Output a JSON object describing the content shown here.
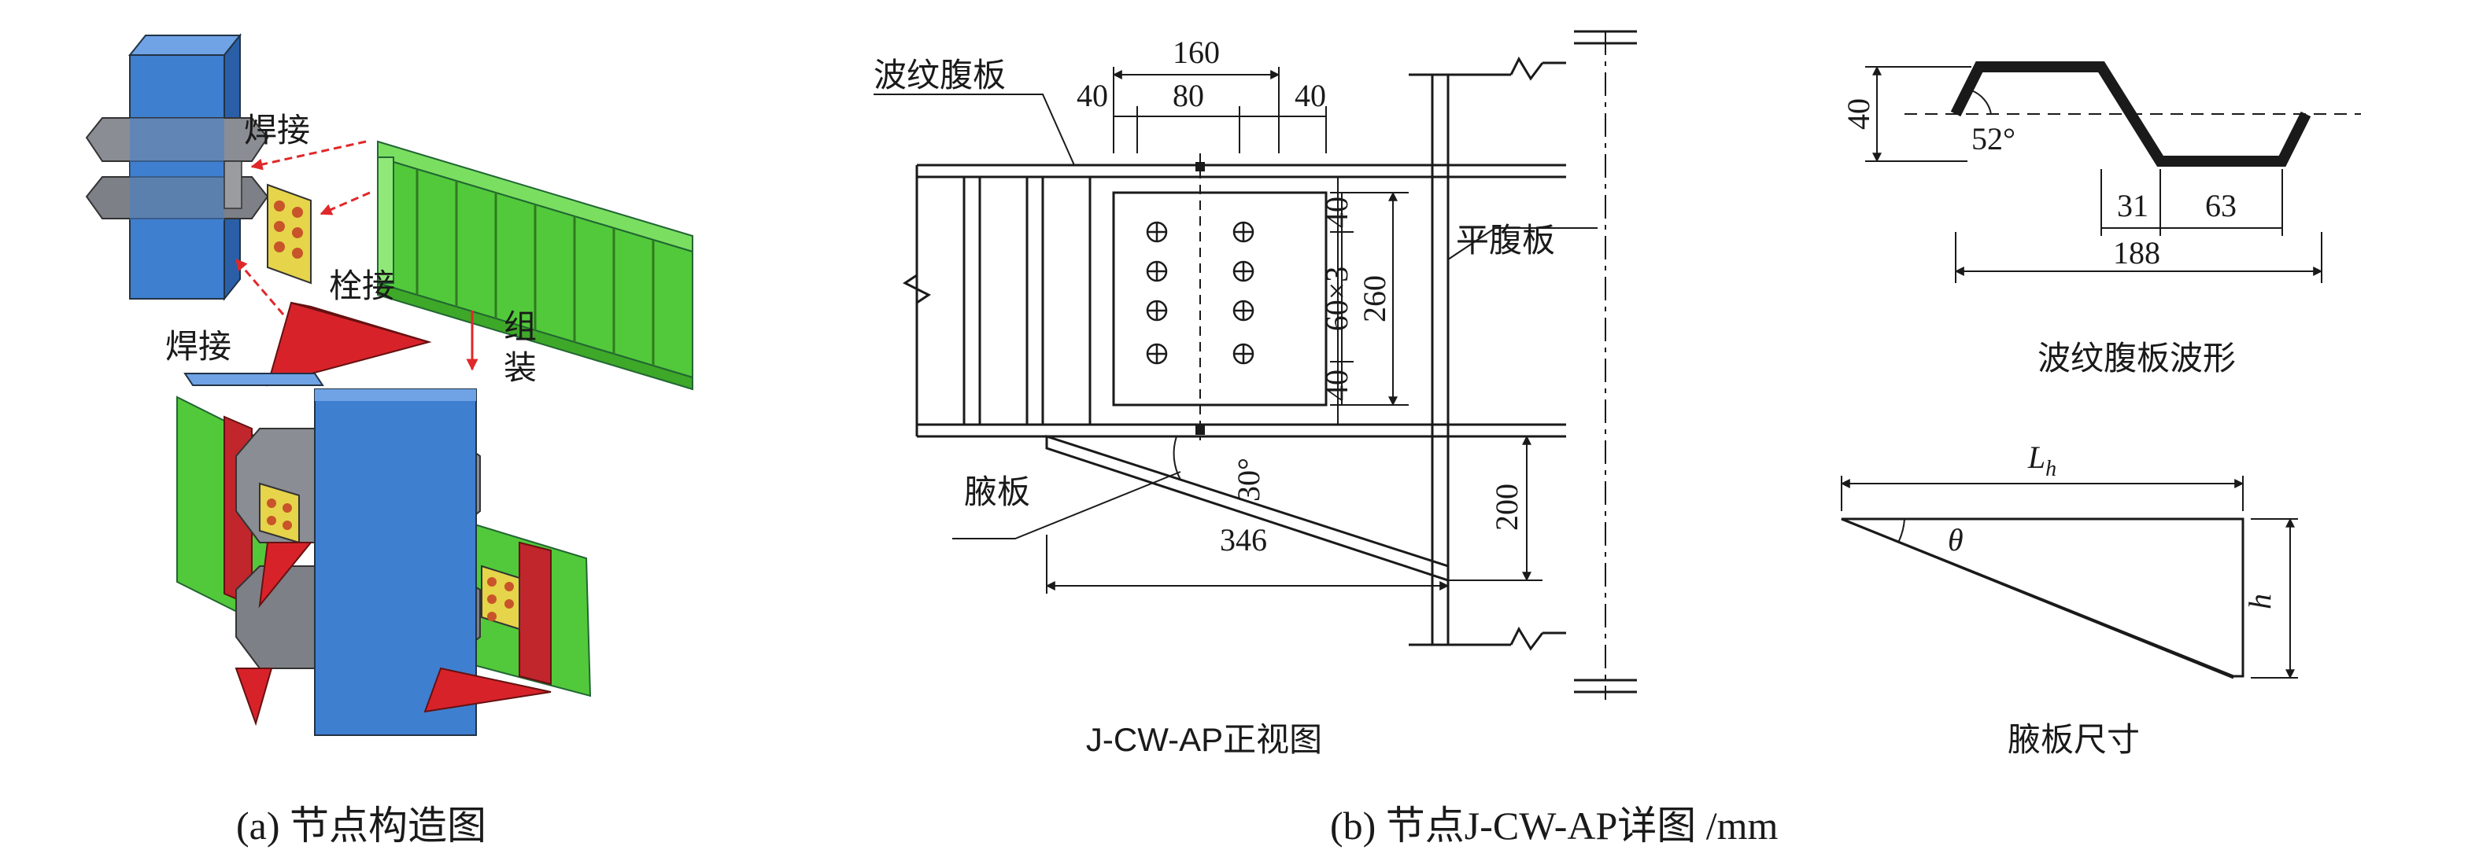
{
  "panel_a": {
    "caption": "(a) 节点构造图",
    "labels": {
      "weld_top": "焊接",
      "bolt": "栓接",
      "weld_left": "焊接",
      "assemble_1": "组",
      "assemble_2": "装"
    },
    "colors": {
      "column": "#3f7fd0",
      "ring_plate": "#8a8d93",
      "beam": "#52c93a",
      "splice_plate": "#e6d44a",
      "haunch": "#d8222a",
      "arrow": "#e0282a"
    }
  },
  "panel_b": {
    "caption": "(b) 节点J-CW-AP详图 /mm",
    "front_view": {
      "title": "J-CW-AP正视图",
      "labels": {
        "corrugated_web": "波纹腹板",
        "flat_web": "平腹板",
        "haunch": "腋板"
      },
      "dimensions": {
        "top_total": "160",
        "top_left": "40",
        "top_mid": "80",
        "top_right": "40",
        "vert_top": "40",
        "vert_mid": "60×3",
        "vert_bot": "40",
        "vert_total": "260",
        "haunch_height": "200",
        "haunch_length": "346",
        "angle": "30°"
      }
    },
    "waveform": {
      "title": "波纹腹板波形",
      "dimensions": {
        "height": "40",
        "angle": "52°",
        "inclined": "31",
        "flat": "63",
        "period": "188"
      }
    },
    "haunch_size": {
      "title": "腋板尺寸",
      "length_symbol": "L",
      "length_subscript": "h",
      "height_symbol": "h",
      "angle_symbol": "θ"
    }
  }
}
